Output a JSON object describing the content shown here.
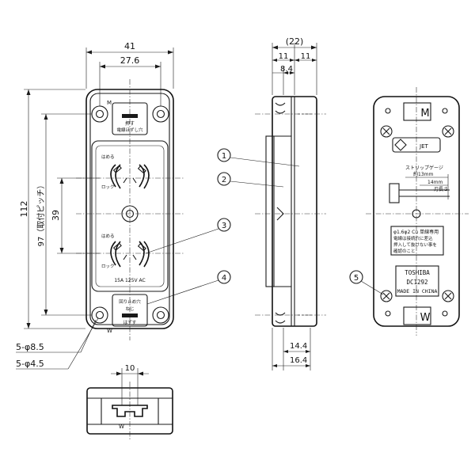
{
  "front_view": {
    "dim_width": "41",
    "dim_inner_width": "27.6",
    "dim_height": "112",
    "dim_pitch": "97（取付ピッチ）",
    "dim_outlet_pitch": "39",
    "mark_top": "M",
    "mark_bottom": "W",
    "label_top_1": "押す",
    "label_top_2": "電線ほずし穴",
    "label_hameru": "はめる",
    "label_rokku": "ロック",
    "label_hazusu": "はずす",
    "label_rating": "15A 125V AC",
    "label_bottom_1": "回り止め穴",
    "label_bottom_2": "ねじ",
    "label_bottom_3": "はずす"
  },
  "holes": {
    "large": "5-φ8.5",
    "small": "5-φ4.5"
  },
  "side_view": {
    "dim_total": "(22)",
    "dim_left": "11",
    "dim_right": "11",
    "dim_84": "8.4",
    "dim_144": "14.4",
    "dim_164": "16.4"
  },
  "bottom_view": {
    "dim_slot": "10",
    "mark": "W"
  },
  "rear_view": {
    "mark_top": "M",
    "mark_bottom": "W",
    "strip_gauge": "ストリップゲージ",
    "strip_len_1": "約13mm",
    "strip_len_2": "14mm",
    "strip_note": "刃長さ",
    "wire_spec": "φ1.6φ2 Cu 単線専用",
    "wire_note_1": "電線は接続穴に差込",
    "wire_note_2": "押入して抜けない事を",
    "wire_note_3": "確認のこと",
    "brand": "TOSHIBA",
    "model": "DC1292",
    "origin": "MADE IN CHINA",
    "badge": "JET"
  },
  "callouts": [
    "1",
    "2",
    "3",
    "4",
    "5"
  ]
}
